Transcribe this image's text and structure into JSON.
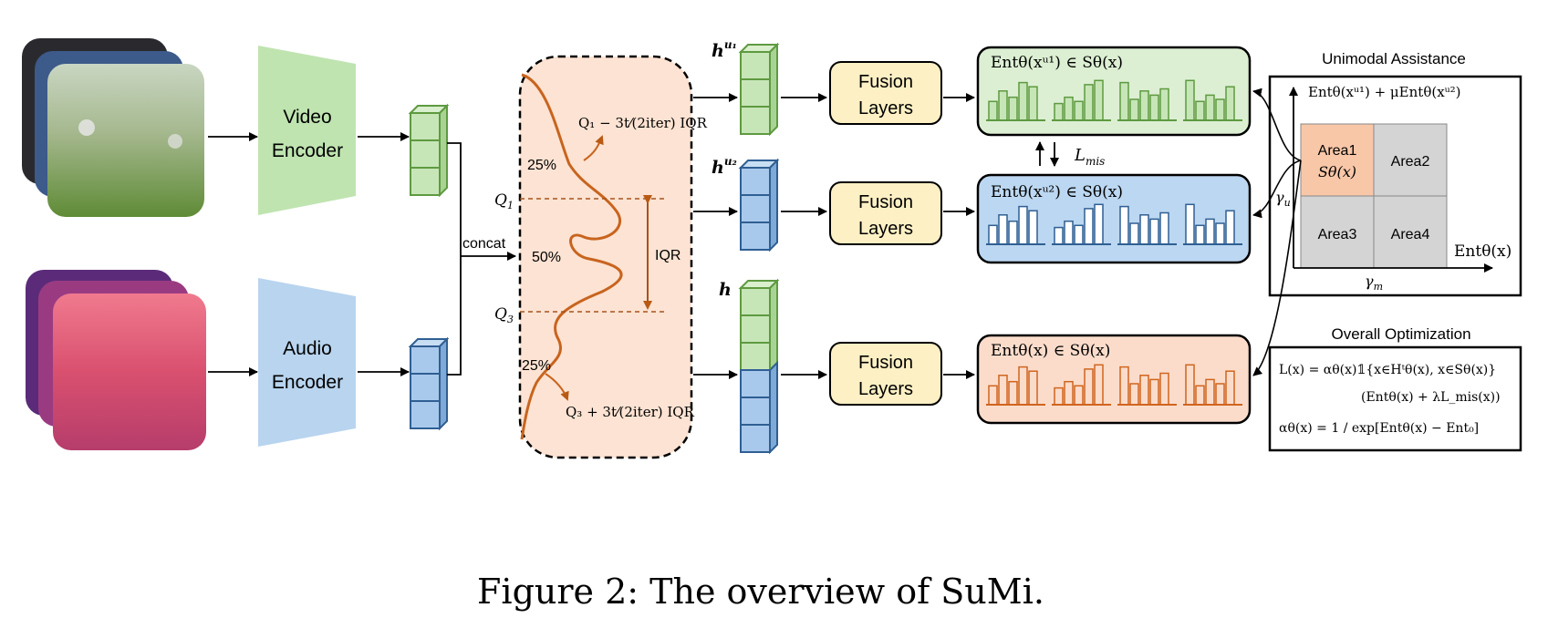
{
  "encoders": {
    "video": {
      "line1": "Video",
      "line2": "Encoder"
    },
    "audio": {
      "line1": "Audio",
      "line2": "Encoder"
    }
  },
  "concat_label": "concat",
  "distribution": {
    "top_pct": "25%",
    "mid_pct": "50%",
    "bottom_pct": "25%",
    "q1": "Q",
    "q1_sub": "1",
    "q3": "Q",
    "q3_sub": "3",
    "iqr": "IQR",
    "upper_formula": "Q₁ − 3t⁄(2iter) IQR",
    "lower_formula": "Q₃ + 3t⁄(2iter) IQR"
  },
  "features": {
    "hu1": "h",
    "hu1_sup": "u₁",
    "hu2": "h",
    "hu2_sup": "u₂",
    "h": "h"
  },
  "fusion": {
    "line1": "Fusion",
    "line2": "Layers"
  },
  "entropy_boxes": {
    "top": "Entθ(xᵘ¹) ∈ Sθ(x)",
    "mid": "Entθ(xᵘ²) ∈ Sθ(x)",
    "bottom": "Entθ(x) ∈ Sθ(x)"
  },
  "mis_label": "L",
  "mis_sub": "mis",
  "unimodal": {
    "title": "Unimodal Assistance",
    "y_axis": "Entθ(xᵘ¹) + μEntθ(xᵘ²)",
    "x_axis": "Entθ(x)",
    "gamma_u": "γ",
    "gamma_u_sub": "u",
    "gamma_m": "γ",
    "gamma_m_sub": "m",
    "area1": "Area1",
    "area1_sub": "Sθ(x)",
    "area2": "Area2",
    "area3": "Area3",
    "area4": "Area4"
  },
  "overall": {
    "title": "Overall Optimization",
    "line1": "L(x) = αθ(x)𝟙{x∈Hᵗθ(x), x∈Sθ(x)}",
    "line2": "(Entθ(x) + λL_mis(x))",
    "line3": "αθ(x) = 1 / exp[Entθ(x) − Ent₀]"
  },
  "caption": "Figure 2: The overview of SuMi.",
  "colors": {
    "green_fill": "#c7e6b8",
    "green_stroke": "#5e9a40",
    "blue_fill": "#a9c9ec",
    "blue_stroke": "#2f5f93",
    "orange_fill": "#fbdccb",
    "orange_stroke": "#d0651e",
    "fusion_fill": "#fdf0c4",
    "encoder_green": "#bfe4b0",
    "encoder_blue": "#b8d4ef",
    "area1_fill": "#f8c7a8",
    "area_grey": "#d4d4d4"
  }
}
